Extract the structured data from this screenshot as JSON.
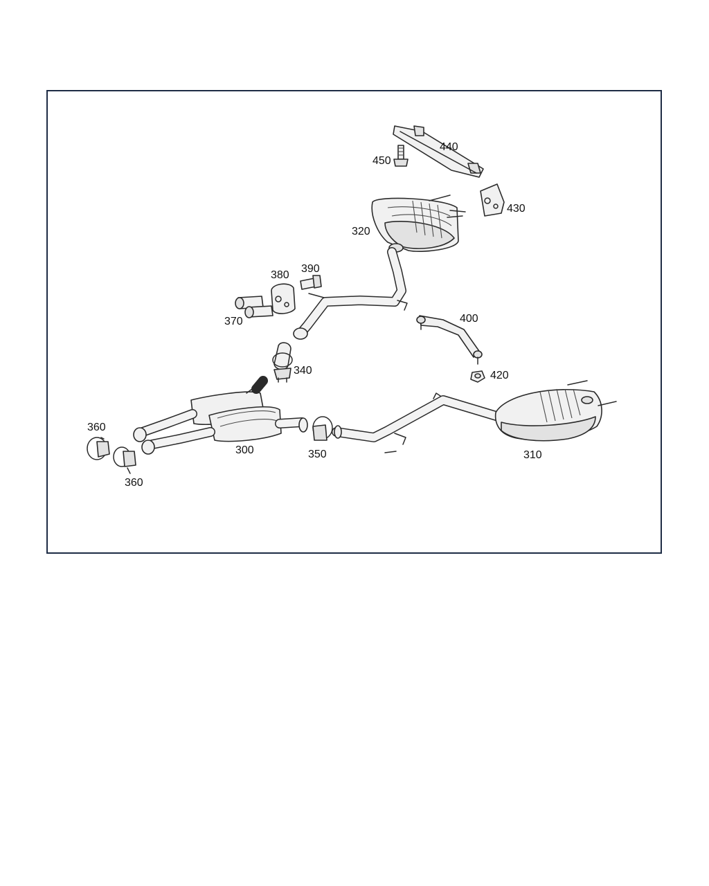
{
  "diagram": {
    "frame_color": "#1d2b44",
    "labels": {
      "p300": "300",
      "p310": "310",
      "p320": "320",
      "p340": "340",
      "p350": "350",
      "p360a": "360",
      "p360b": "360",
      "p370": "370",
      "p380": "380",
      "p390": "390",
      "p400": "400",
      "p420": "420",
      "p430": "430",
      "p440": "440",
      "p450": "450"
    }
  }
}
